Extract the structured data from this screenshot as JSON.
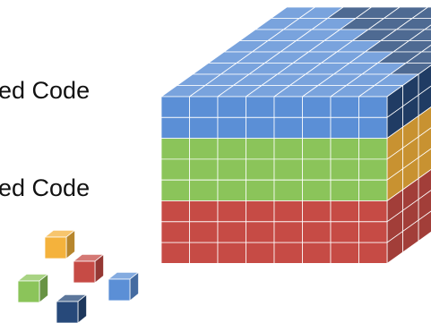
{
  "labels": {
    "top": "ed Code",
    "bottom": "ed Code"
  },
  "colors": {
    "blue": "#5b8fd6",
    "dark_blue": "#27497a",
    "green": "#8bc45a",
    "red": "#c64b45",
    "orange": "#f4b23c",
    "edge": "#ffffff"
  },
  "cube": {
    "front_rows": [
      "blue",
      "blue",
      "green",
      "green",
      "green",
      "red",
      "red",
      "red"
    ],
    "front_cols": 8,
    "top_depth": 8,
    "side_rows": [
      "dark_blue",
      "dark_blue",
      "orange",
      "orange",
      "orange",
      "red",
      "red",
      "red"
    ]
  },
  "scattered_cubes": [
    {
      "name": "orange-cube",
      "color": "orange"
    },
    {
      "name": "red-cube",
      "color": "red"
    },
    {
      "name": "green-cube",
      "color": "green"
    },
    {
      "name": "blue-cube",
      "color": "blue"
    },
    {
      "name": "dark-blue-cube",
      "color": "dark_blue"
    }
  ]
}
